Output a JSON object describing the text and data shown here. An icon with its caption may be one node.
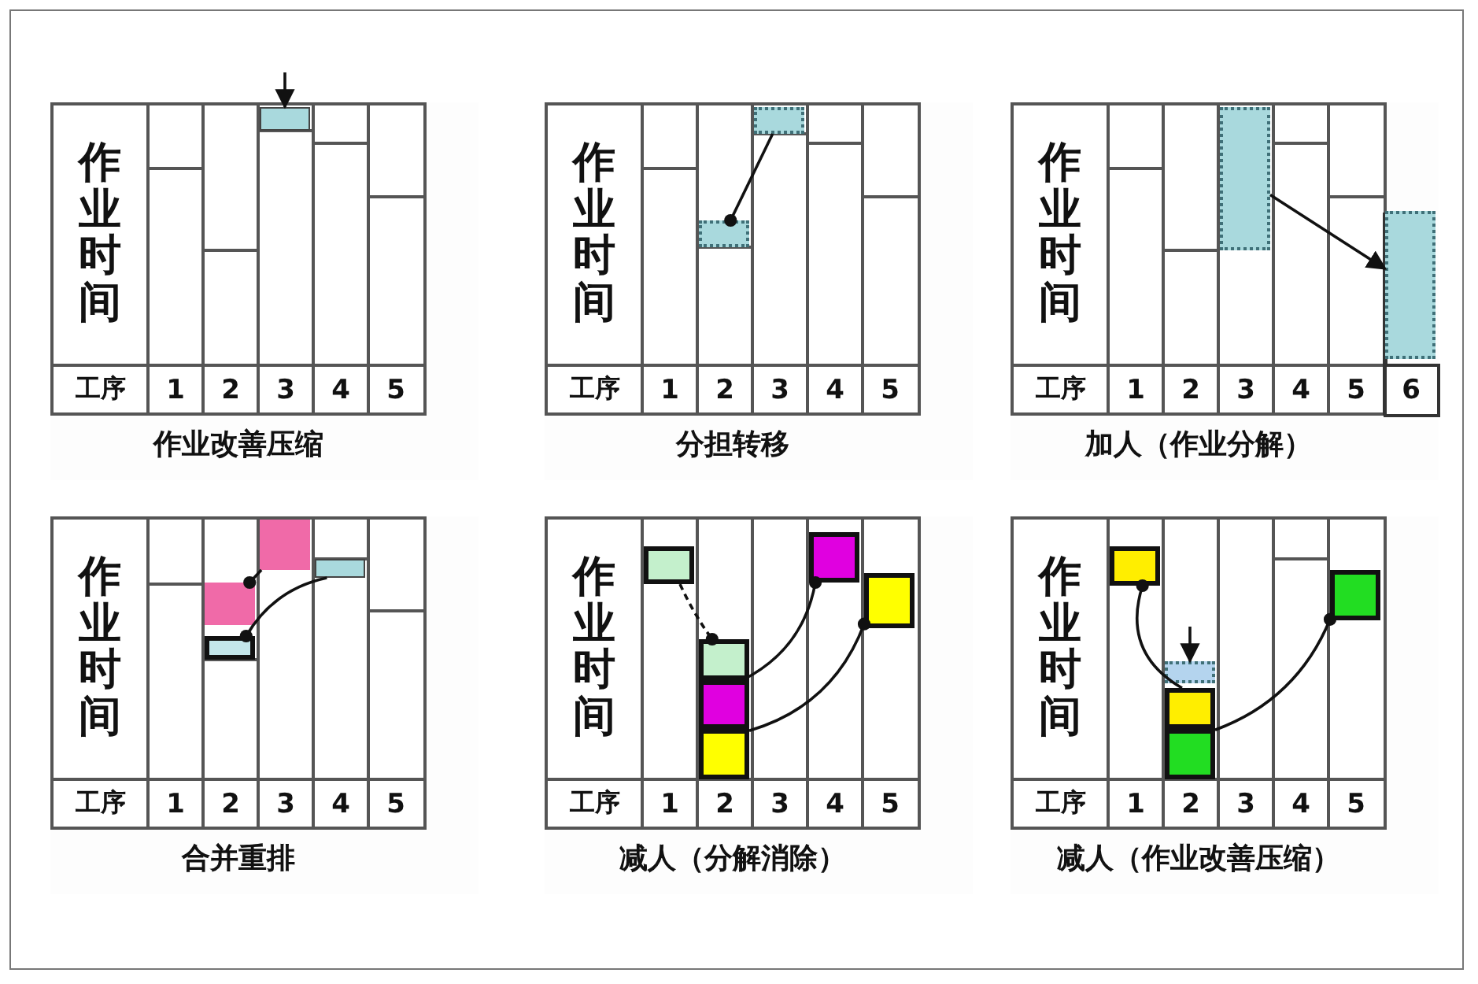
{
  "diagram": {
    "nodes": [
      {
        "text": [
          "作业时间",
          "工序",
          "1",
          "2",
          "3",
          "4",
          "5",
          "作业改善压缩"
        ]
      },
      {
        "text": [],
        "shape": "box",
        "in": 0
      },
      {
        "text": [
          "作业时间",
          "工序",
          "1",
          "2",
          "3",
          "4",
          "5",
          "分担转移"
        ]
      },
      {
        "text": [],
        "shape": "box",
        "in": 2
      },
      {
        "text": [],
        "shape": "box",
        "in": 2
      },
      {
        "text": [
          "作业时间",
          "工序",
          "1",
          "2",
          "3",
          "4",
          "5",
          "6",
          "加人（作业分解）"
        ]
      },
      {
        "text": [],
        "shape": "box",
        "in": 5
      },
      {
        "text": [],
        "shape": "box",
        "in": 5
      },
      {
        "text": [
          "作业时间",
          "工序",
          "1",
          "2",
          "3",
          "4",
          "5",
          "合并重排"
        ]
      },
      {
        "text": [],
        "shape": "box",
        "in": 8
      },
      {
        "text": [],
        "shape": "box",
        "in": 8
      },
      {
        "text": [],
        "shape": "box",
        "in": 8
      },
      {
        "text": [],
        "shape": "box",
        "in": 8
      },
      {
        "text": [
          "作业时间",
          "工序",
          "1",
          "2",
          "3",
          "4",
          "5",
          "减人（分解消除）"
        ]
      },
      {
        "text": [],
        "shape": "box",
        "in": 13
      },
      {
        "text": [],
        "shape": "box",
        "in": 13
      },
      {
        "text": [],
        "shape": "box",
        "in": 13
      },
      {
        "text": [],
        "shape": "box",
        "in": 13
      },
      {
        "text": [],
        "shape": "box",
        "in": 13
      },
      {
        "text": [],
        "shape": "box",
        "in": 13
      },
      {
        "text": [
          "作业时间",
          "工序",
          "1",
          "2",
          "3",
          "4",
          "5",
          "减人（作业改善压缩）"
        ]
      },
      {
        "text": [],
        "shape": "box",
        "in": 20
      },
      {
        "text": [],
        "shape": "box",
        "in": 20
      },
      {
        "text": [],
        "shape": "box",
        "in": 20
      },
      {
        "text": [],
        "shape": "box",
        "in": 20
      },
      {
        "text": [],
        "shape": "box",
        "in": 20
      }
    ],
    "edges": [
      {
        "from": null,
        "to": 1,
        "arrow": "to"
      },
      {
        "from": 3,
        "to": 4,
        "arrow": "other"
      },
      {
        "from": 6,
        "to": 7,
        "arrow": "to"
      },
      {
        "from": 9,
        "to": 10,
        "arrow": "other"
      },
      {
        "from": 11,
        "to": 12,
        "arrow": "other"
      },
      {
        "from": 14,
        "to": 15,
        "arrow": "other",
        "style": "dashed"
      },
      {
        "from": 16,
        "to": 18,
        "arrow": "other"
      },
      {
        "from": 17,
        "to": 19,
        "arrow": "other"
      },
      {
        "from": 23,
        "to": 21,
        "arrow": "other"
      },
      {
        "from": 24,
        "to": 25,
        "arrow": "other"
      },
      {
        "from": null,
        "to": 22,
        "arrow": "to"
      }
    ]
  }
}
